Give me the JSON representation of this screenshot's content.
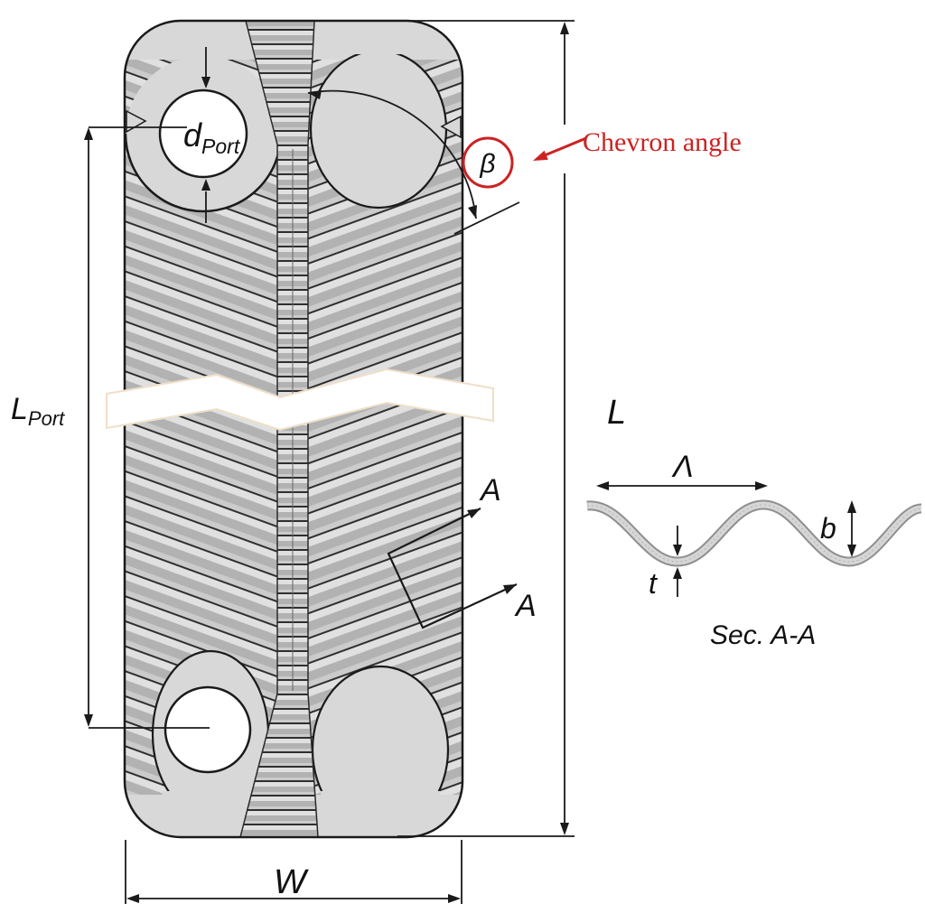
{
  "plate": {
    "dims": {
      "port_diameter": {
        "main": "d",
        "sub": "Port"
      },
      "port_length": {
        "main": "L",
        "sub": "Port"
      },
      "length": "L",
      "width": "W",
      "section_top": "A",
      "section_bottom": "A"
    },
    "chevron": {
      "beta": "β",
      "callout": "Chevron angle"
    }
  },
  "cross_section": {
    "wavelength": "Λ",
    "depth": "b",
    "thickness": "t",
    "caption": "Sec. A-A"
  },
  "colors": {
    "annotation_red": "#cc2222",
    "plate_fill": "#d8d8d8",
    "stripe_light": "#e0e0e0",
    "stripe_mid": "#b2b2b2",
    "outline": "#1a1a1a",
    "wave_fill": "#d6d6d6",
    "wave_edge": "#8f8f8f"
  }
}
